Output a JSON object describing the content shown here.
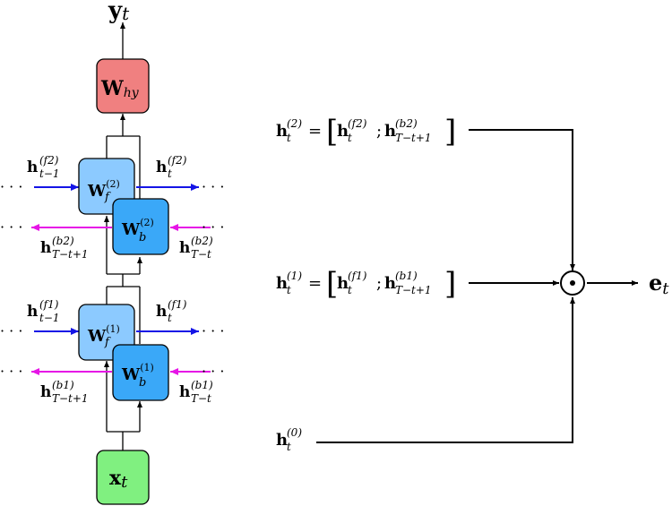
{
  "output": {
    "bold": "y",
    "sub": "t"
  },
  "output_weight": {
    "bold": "W",
    "sub": "hy"
  },
  "input": {
    "bold": "x",
    "sub": "t"
  },
  "layer2": {
    "forward_weight": {
      "bold": "W",
      "sub": "f",
      "sup": "(2)"
    },
    "backward_weight": {
      "bold": "W",
      "sub": "b",
      "sup": "(2)"
    },
    "forward_in": {
      "bold": "h",
      "sub": "t−1",
      "sup": "(f2)"
    },
    "forward_out": {
      "bold": "h",
      "sub": "t",
      "sup": "(f2)"
    },
    "backward_out": {
      "bold": "h",
      "sub": "T−t+1",
      "sup": "(b2)"
    },
    "backward_in": {
      "bold": "h",
      "sub": "T−t",
      "sup": "(b2)"
    }
  },
  "layer1": {
    "forward_weight": {
      "bold": "W",
      "sub": "f",
      "sup": "(1)"
    },
    "backward_weight": {
      "bold": "W",
      "sub": "b",
      "sup": "(1)"
    },
    "forward_in": {
      "bold": "h",
      "sub": "t−1",
      "sup": "(f1)"
    },
    "forward_out": {
      "bold": "h",
      "sub": "t",
      "sup": "(f1)"
    },
    "backward_out": {
      "bold": "h",
      "sub": "T−t+1",
      "sup": "(b1)"
    },
    "backward_in": {
      "bold": "h",
      "sub": "T−t",
      "sup": "(b1)"
    }
  },
  "equations": {
    "h2": {
      "lhs": {
        "bold": "h",
        "sub": "t",
        "sup": "(2)"
      },
      "eq": "=",
      "open": "[",
      "a": {
        "bold": "h",
        "sub": "t",
        "sup": "(f2)"
      },
      "sep": ";",
      "b": {
        "bold": "h",
        "sub": "T−t+1",
        "sup": "(b2)"
      },
      "close": "]"
    },
    "h1": {
      "lhs": {
        "bold": "h",
        "sub": "t",
        "sup": "(1)"
      },
      "eq": "=",
      "open": "[",
      "a": {
        "bold": "h",
        "sub": "t",
        "sup": "(f1)"
      },
      "sep": ";",
      "b": {
        "bold": "h",
        "sub": "T−t+1",
        "sup": "(b1)"
      },
      "close": "]"
    },
    "h0": {
      "lhs": {
        "bold": "h",
        "sub": "t",
        "sup": "(0)"
      }
    }
  },
  "combine_operator": "⊙",
  "result": {
    "bold": "e",
    "sub": "t"
  },
  "ellipsis": "· · ·",
  "colors": {
    "output_weight_fill": "#f08080",
    "input_fill": "#80f080",
    "forward_fill": "#8ccaff",
    "backward_fill": "#3aa8f8",
    "forward_arrow": "#1414e6",
    "backward_arrow": "#e614e6",
    "line": "#000000"
  }
}
